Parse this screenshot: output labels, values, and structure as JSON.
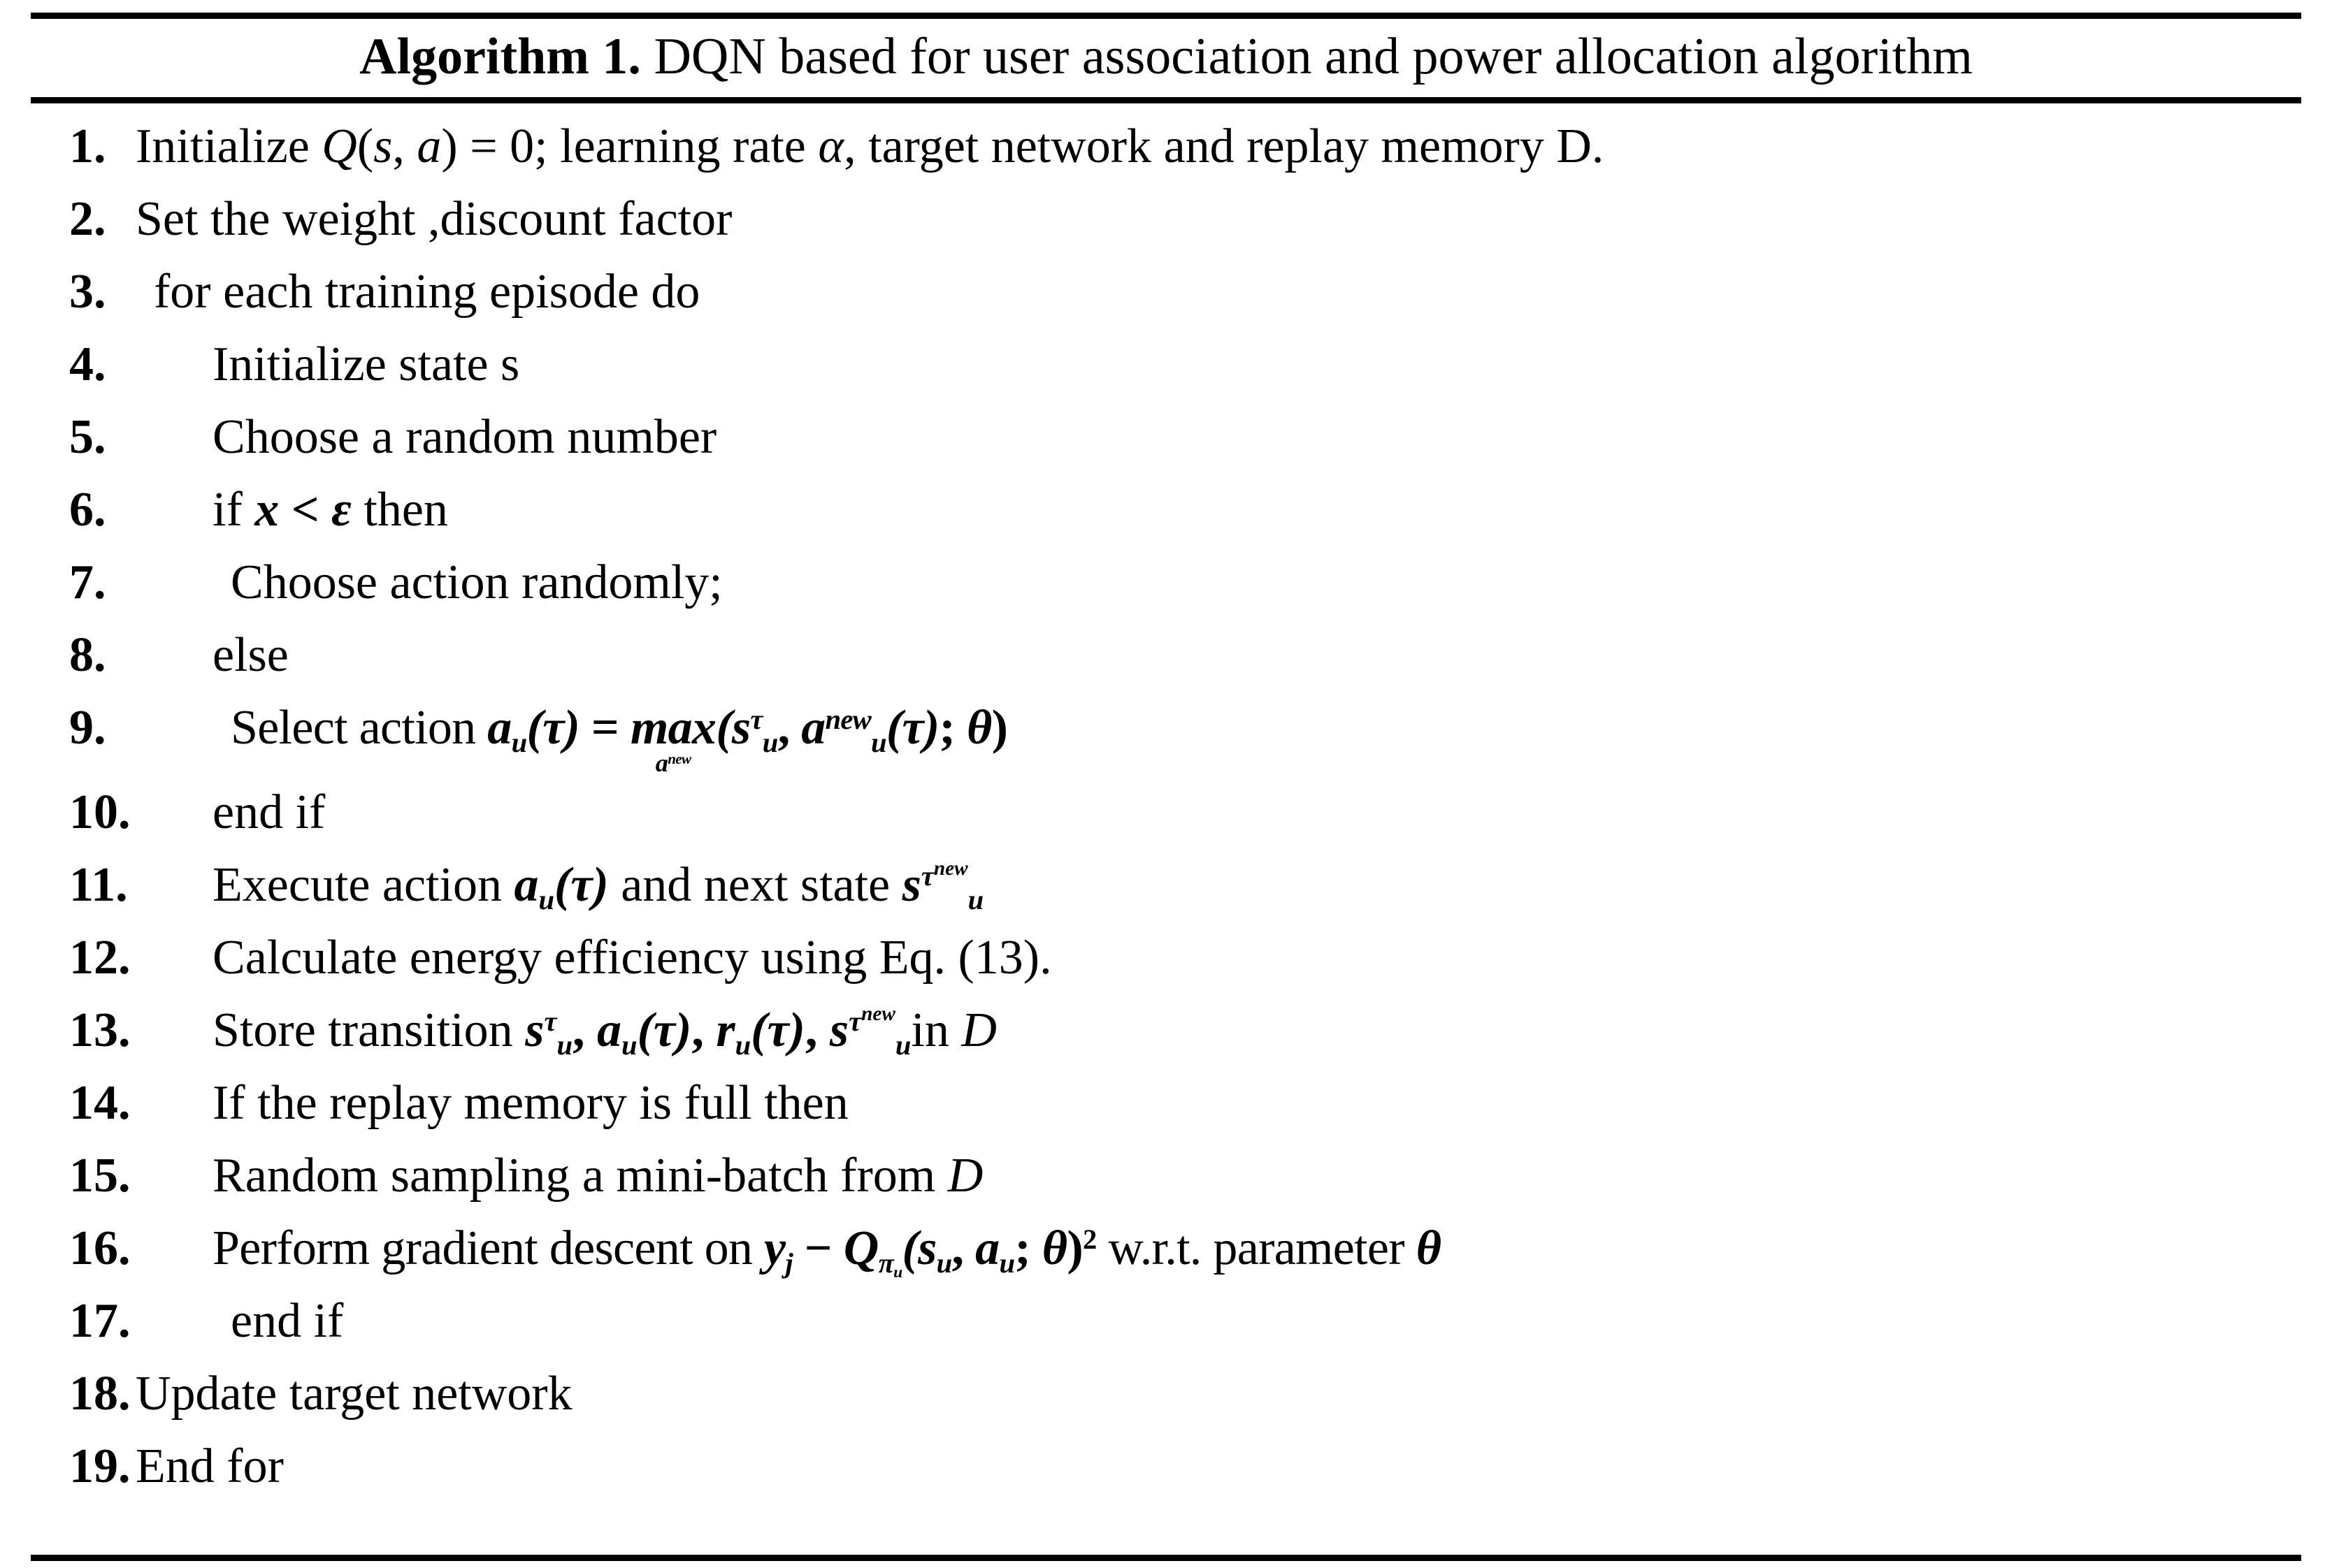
{
  "title": {
    "label": "Algorithm 1.",
    "text": " DQN based for user association and power allocation algorithm"
  },
  "steps": [
    {
      "num": "1.",
      "indent": 0,
      "text": "Initialize Q(s, a) = 0; learning rate α, target network and replay memory D."
    },
    {
      "num": "2.",
      "indent": 0,
      "text": "Set the weight ,discount factor"
    },
    {
      "num": "3.",
      "indent": 1,
      "text": "for each training episode do"
    },
    {
      "num": "4.",
      "indent": 2,
      "text": "Initialize state s"
    },
    {
      "num": "5.",
      "indent": 2,
      "text": "Choose a random number"
    },
    {
      "num": "6.",
      "indent": 2,
      "text": "if x < ε then"
    },
    {
      "num": "7.",
      "indent": 3,
      "text": "Choose action randomly;"
    },
    {
      "num": "8.",
      "indent": 2,
      "text": "else"
    },
    {
      "num": "9.",
      "indent": 3,
      "text": "Select action aᵤ(τ) = max_{a^new}(sᵤ^τ, aᵤ^new(τ); θ)"
    },
    {
      "num": "10.",
      "indent": 2,
      "text": "end if"
    },
    {
      "num": "11.",
      "indent": 2,
      "text": "Execute action aᵤ(τ) and next state sᵤ^{τ^new}"
    },
    {
      "num": "12.",
      "indent": 2,
      "text": "Calculate energy efficiency using Eq. (13)."
    },
    {
      "num": "13.",
      "indent": 2,
      "text": "Store transition sᵤ^τ, aᵤ(τ), rᵤ(τ), sᵤ^{τ^new} in D"
    },
    {
      "num": "14.",
      "indent": 2,
      "text": "If the replay memory is full then"
    },
    {
      "num": "15.",
      "indent": 2,
      "text": "Random sampling a mini-batch from D"
    },
    {
      "num": "16.",
      "indent": 2,
      "text": "Perform gradient descent on yⱼ − Q_{πᵤ}(sᵤ, aᵤ; θ)² w.r.t. parameter θ"
    },
    {
      "num": "17.",
      "indent": 2,
      "text": "end if"
    },
    {
      "num": "18.",
      "indent": 0,
      "text": "Update target network"
    },
    {
      "num": "19.",
      "indent": 0,
      "text": "End for"
    }
  ],
  "fragments": {
    "s1_initialize": "Initialize ",
    "s1_Q": "Q",
    "s1_paren_open": "(",
    "s1_s": "s",
    "s1_comma": ", ",
    "s1_a": "a",
    "s1_paren_close": ")",
    "s1_eq0": " = 0; learning rate ",
    "s1_alpha": "α",
    "s1_tail": ", target network and replay memory D.",
    "s2": "Set the weight ,discount factor",
    "s3": "for each training episode do",
    "s4": "Initialize state s",
    "s5": "Choose a random number",
    "s6_if": "if  ",
    "s6_x": "x",
    "s6_lt": " < ",
    "s6_eps": "ε",
    "s6_then": " then",
    "s7": "Choose action randomly;",
    "s8": "else",
    "s9_select": "Select action  ",
    "s9_a": "a",
    "s9_sub_u": "u",
    "s9_tau1": "(τ)",
    "s9_eq": " = ",
    "s9_max": "max",
    "s9_under": "a",
    "s9_under_sup": "new",
    "s9_open": "(",
    "s9_s": "s",
    "s9_s_sub": "u",
    "s9_s_sup": "τ",
    "s9_comma": ", ",
    "s9_a2": "a",
    "s9_a2_sub": "u",
    "s9_a2_sup": "new",
    "s9_tau2": "(τ)",
    "s9_semi": "; ",
    "s9_theta": "θ",
    "s9_close": ")",
    "s10": "end if",
    "s11_exec": "Execute action  ",
    "s11_a": "a",
    "s11_a_sub": "u",
    "s11_tau": "(τ)",
    "s11_and": "  and next state  ",
    "s11_s": "s",
    "s11_s_sub": "u",
    "s11_s_sup_tau": "τ",
    "s11_s_sup_new": "new",
    "s12": "Calculate energy efficiency using Eq. (13).",
    "s13_store": "Store transition  ",
    "s13_s1": "s",
    "s13_s1_sub": "u",
    "s13_s1_sup": "τ",
    "s13_c1": ", ",
    "s13_a": "a",
    "s13_a_sub": "u",
    "s13_a_tau": "(τ)",
    "s13_c2": ", ",
    "s13_r": "r",
    "s13_r_sub": "u",
    "s13_r_tau": "(τ)",
    "s13_c3": ", ",
    "s13_s2": "s",
    "s13_s2_sub": "u",
    "s13_s2_sup_tau": "τ",
    "s13_s2_sup_new": "new",
    "s13_in": "in ",
    "s13_D": "D",
    "s14": "If the replay memory is full then",
    "s15_rand": "Random sampling a mini-batch from ",
    "s15_D": "D",
    "s16_perform": "Perform gradient descent on  ",
    "s16_y": "y",
    "s16_y_sub": "j",
    "s16_minus": " − ",
    "s16_Q": "Q",
    "s16_pi": "π",
    "s16_pi_sub": "u",
    "s16_open": "(",
    "s16_s": "s",
    "s16_s_sub": "u",
    "s16_c": ", ",
    "s16_a": "a",
    "s16_a_sub": "u",
    "s16_semi": "; ",
    "s16_theta": "θ",
    "s16_close": ")",
    "s16_sq": "2",
    "s16_wrt": "  w.r.t. parameter  ",
    "s16_theta2": "θ",
    "s17": "end if",
    "s18": "Update target network",
    "s19": "End for"
  }
}
